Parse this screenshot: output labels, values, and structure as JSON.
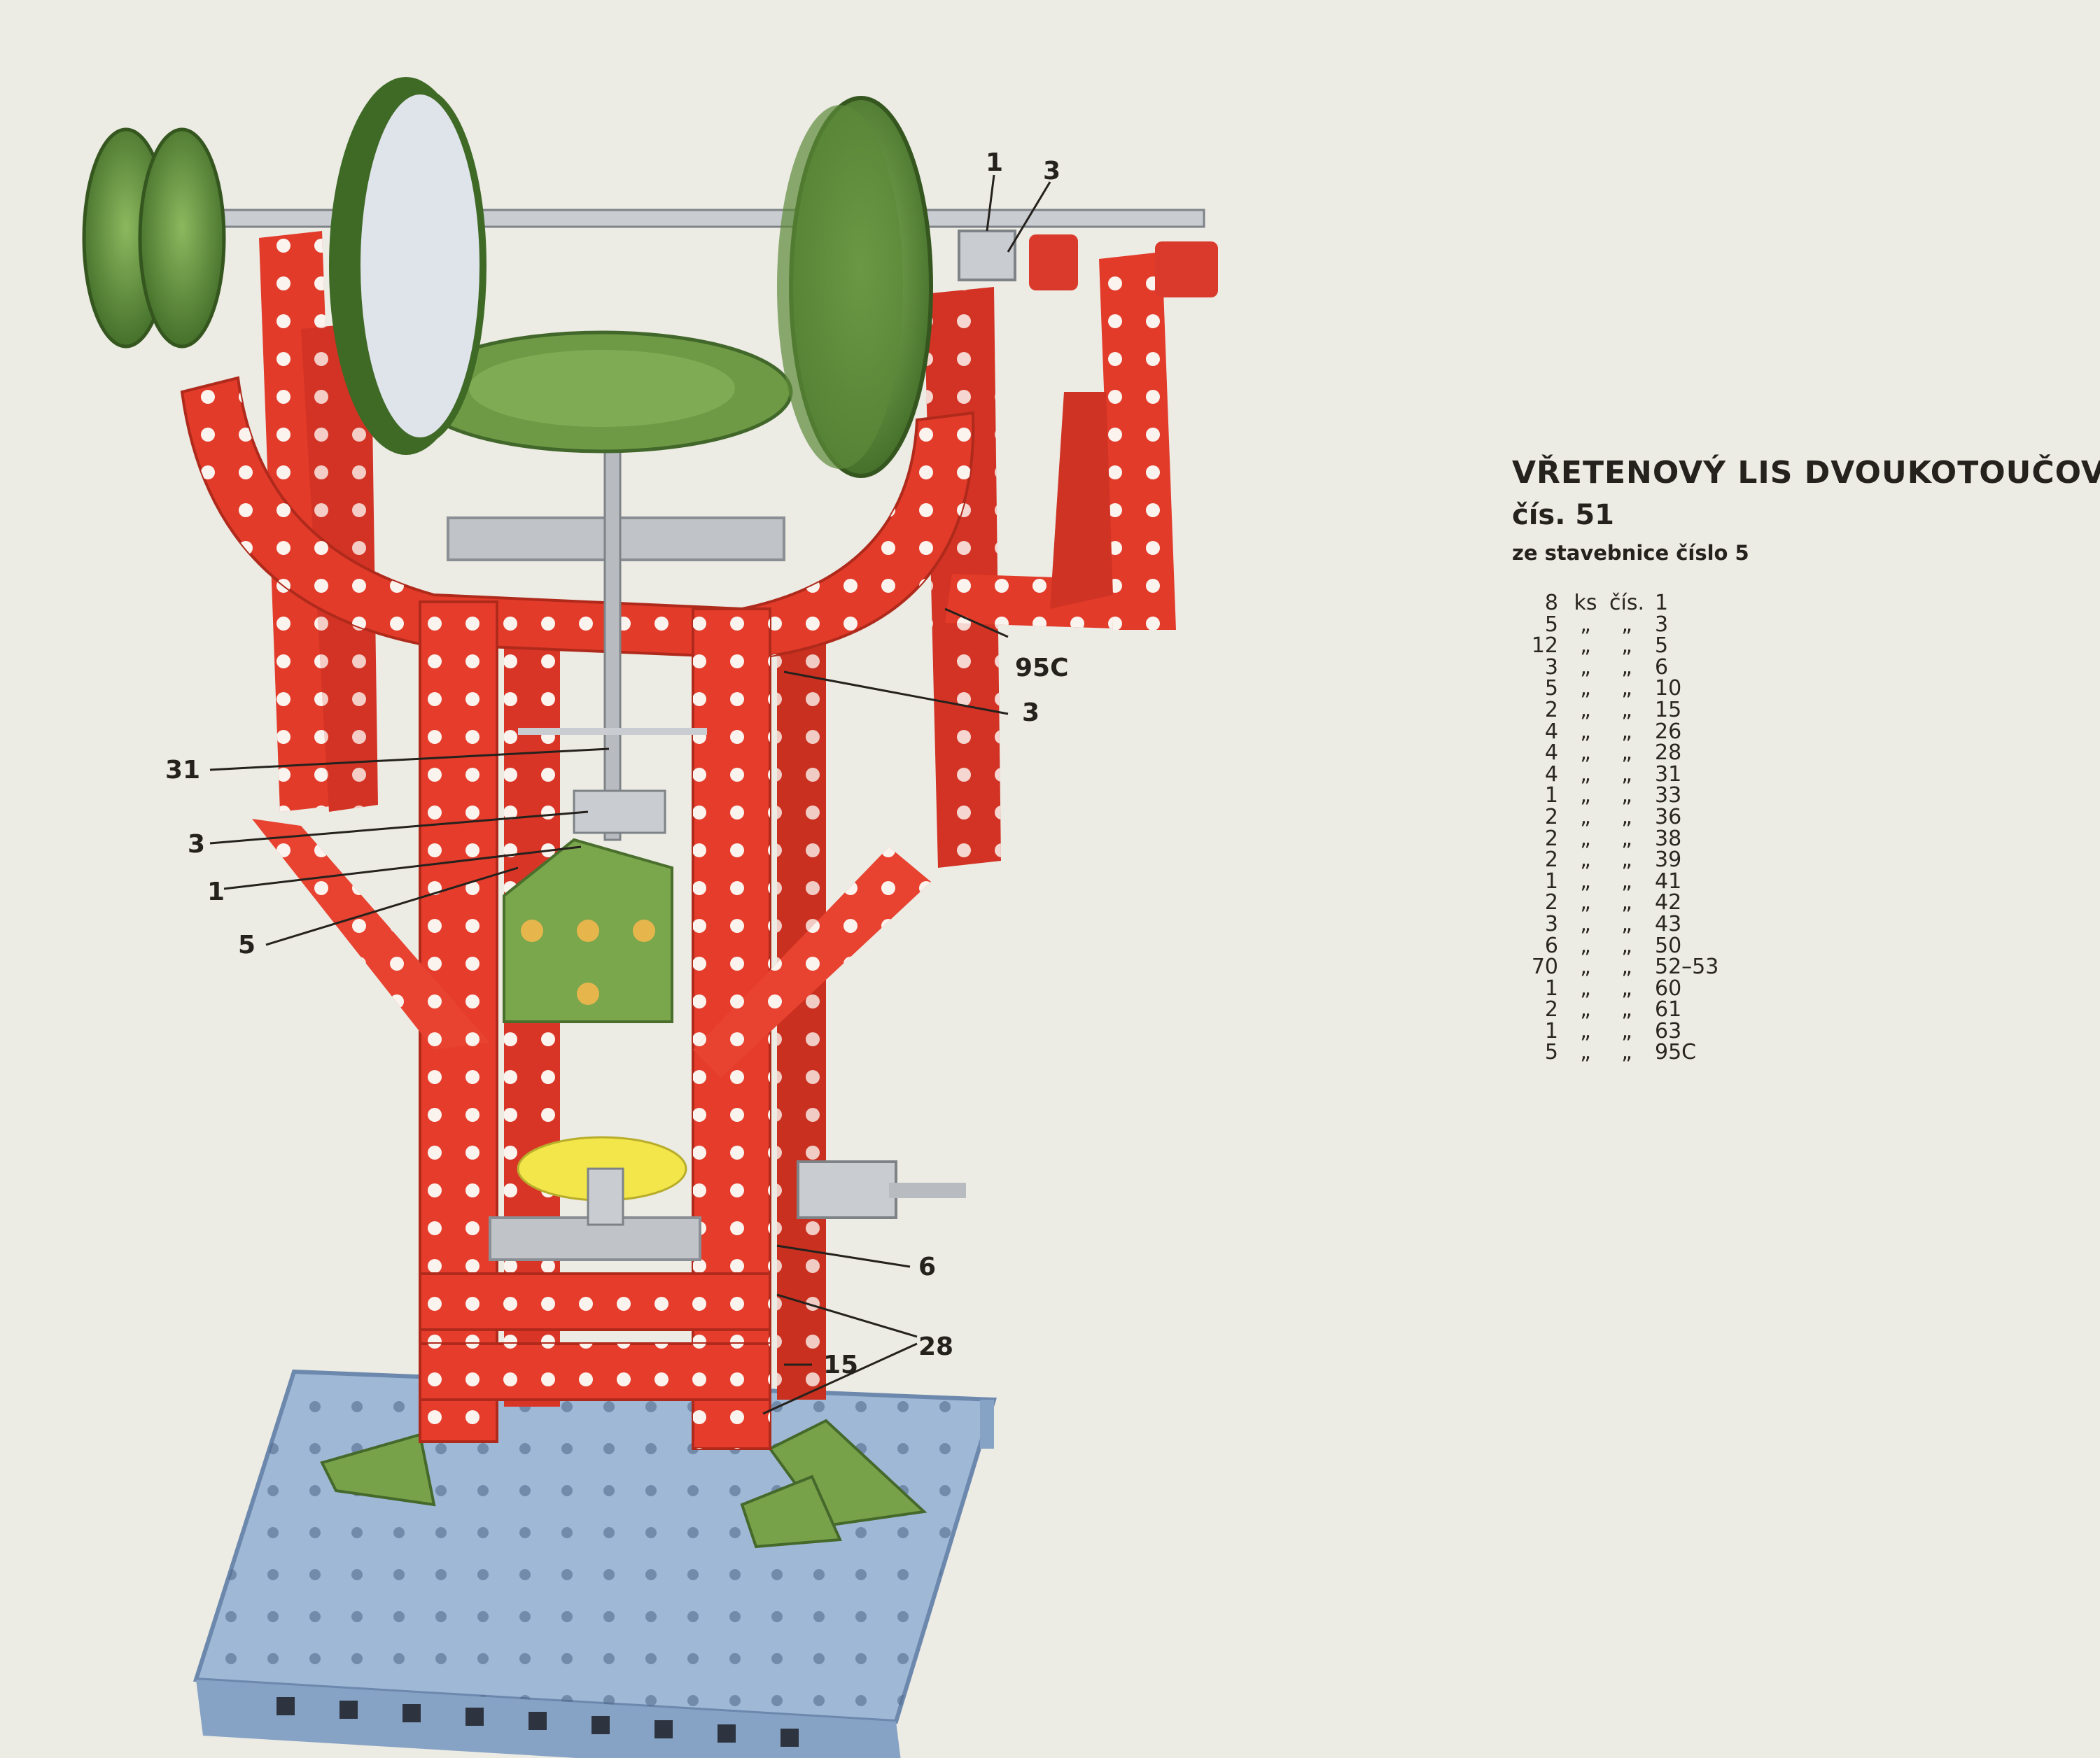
{
  "colors": {
    "paper": "#ecebe4",
    "girder_red": "#e63a2a",
    "pulley_green": "#5b8a3a",
    "baseplate_blue": "#9fb8d6",
    "metal_silver": "#c9ccd0",
    "disc_yellow": "#f2e64a",
    "ink": "#25211d"
  },
  "model": {
    "title": "VŘETENOVÝ LIS DVOUKOTOUČOVÝ",
    "number": "čís. 51",
    "kit_note": "ze stavebnice číslo 5"
  },
  "parts_list": [
    {
      "qty": "8",
      "ks": "ks",
      "cis": "čís.",
      "part": "1"
    },
    {
      "qty": "5",
      "ks": "„",
      "cis": "„",
      "part": "3"
    },
    {
      "qty": "12",
      "ks": "„",
      "cis": "„",
      "part": "5"
    },
    {
      "qty": "3",
      "ks": "„",
      "cis": "„",
      "part": "6"
    },
    {
      "qty": "5",
      "ks": "„",
      "cis": "„",
      "part": "10"
    },
    {
      "qty": "2",
      "ks": "„",
      "cis": "„",
      "part": "15"
    },
    {
      "qty": "4",
      "ks": "„",
      "cis": "„",
      "part": "26"
    },
    {
      "qty": "4",
      "ks": "„",
      "cis": "„",
      "part": "28"
    },
    {
      "qty": "4",
      "ks": "„",
      "cis": "„",
      "part": "31"
    },
    {
      "qty": "1",
      "ks": "„",
      "cis": "„",
      "part": "33"
    },
    {
      "qty": "2",
      "ks": "„",
      "cis": "„",
      "part": "36"
    },
    {
      "qty": "2",
      "ks": "„",
      "cis": "„",
      "part": "38"
    },
    {
      "qty": "2",
      "ks": "„",
      "cis": "„",
      "part": "39"
    },
    {
      "qty": "1",
      "ks": "„",
      "cis": "„",
      "part": "41"
    },
    {
      "qty": "2",
      "ks": "„",
      "cis": "„",
      "part": "42"
    },
    {
      "qty": "3",
      "ks": "„",
      "cis": "„",
      "part": "43"
    },
    {
      "qty": "6",
      "ks": "„",
      "cis": "„",
      "part": "50"
    },
    {
      "qty": "70",
      "ks": "„",
      "cis": "„",
      "part": "52–53"
    },
    {
      "qty": "1",
      "ks": "„",
      "cis": "„",
      "part": "60"
    },
    {
      "qty": "2",
      "ks": "„",
      "cis": "„",
      "part": "61"
    },
    {
      "qty": "1",
      "ks": "„",
      "cis": "„",
      "part": "63"
    },
    {
      "qty": "5",
      "ks": "„",
      "cis": "„",
      "part": "95C"
    }
  ],
  "callouts": {
    "top_1": "1",
    "top_3": "3",
    "right_95c": "95C",
    "right_3": "3",
    "left_31": "31",
    "left_3": "3",
    "left_1": "1",
    "left_5": "5",
    "right_6": "6",
    "right_28": "28",
    "right_15": "15"
  }
}
